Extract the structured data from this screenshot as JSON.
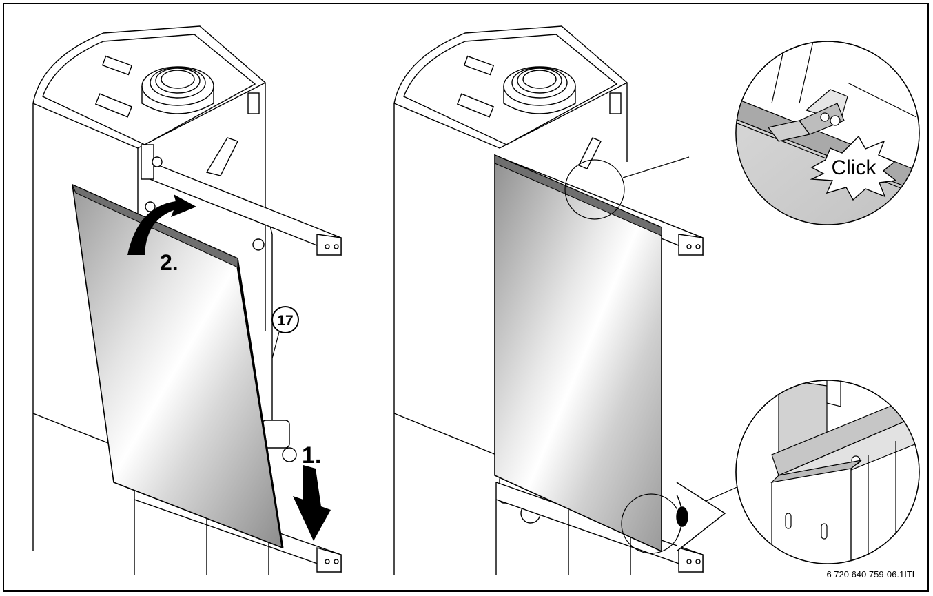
{
  "figure": {
    "step_1": "1.",
    "step_2": "2.",
    "callout_number": "17",
    "click_text": "Click",
    "image_code": "6 720 640 759-06.1ITL"
  }
}
